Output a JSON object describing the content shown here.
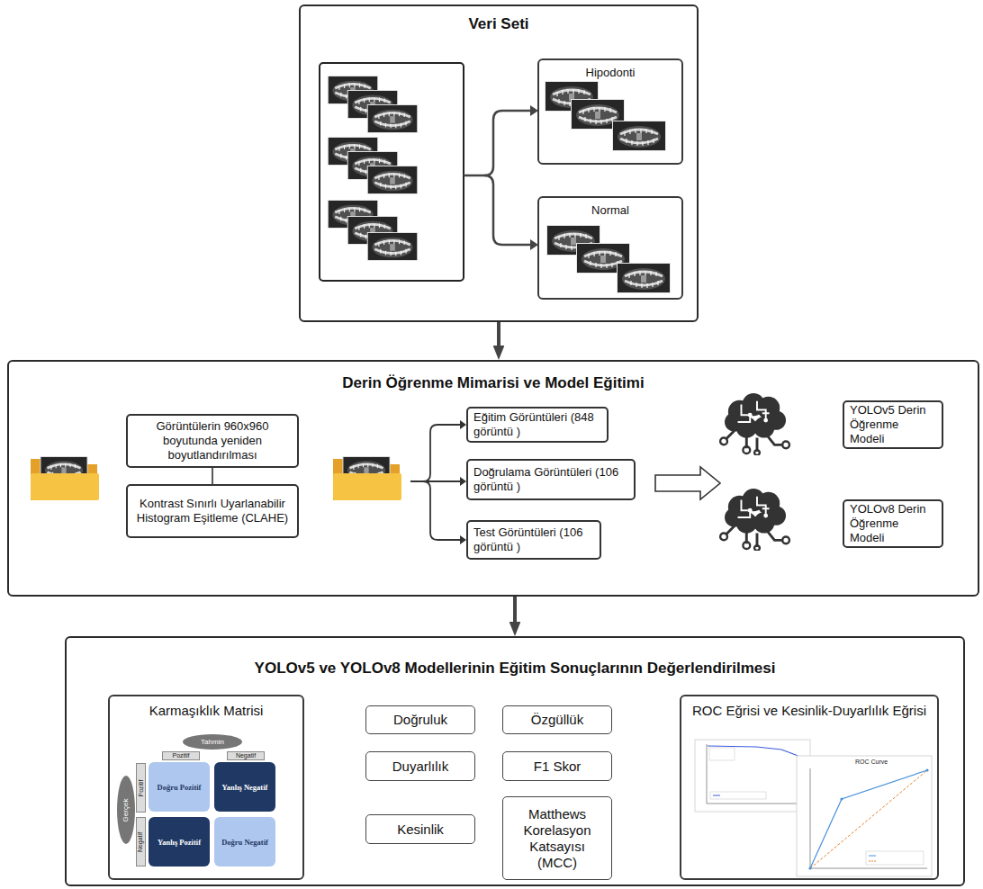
{
  "diagram": {
    "nodes": [
      {
        "text": [
          "Veri Seti"
        ]
      },
      {
        "text": [
          "Hipodonti"
        ],
        "in": 0
      },
      {
        "text": [
          "Normal"
        ],
        "in": 0
      },
      {
        "text": [
          "Derin Öğrenme Mimarisi ve Model Eğitimi"
        ]
      },
      {
        "text": [
          "Görüntülerin 960x960 boyutunda yeniden boyutlandırılması"
        ],
        "in": 3
      },
      {
        "text": [
          "Kontrast Sınırlı Uyarlanabilir Histogram Eşitleme (CLAHE)"
        ],
        "in": 3
      },
      {
        "text": [
          "Eğitim Görüntüleri (848 görüntü )"
        ],
        "in": 3
      },
      {
        "text": [
          "Doğrulama Görüntüleri (106 görüntü )"
        ],
        "in": 3
      },
      {
        "text": [
          "Test Görüntüleri (106 görüntü )"
        ],
        "in": 3
      },
      {
        "text": [
          "YOLOv5 Derin Öğrenme Modeli"
        ],
        "in": 3
      },
      {
        "text": [
          "YOLOv8 Derin Öğrenme Modeli"
        ],
        "in": 3
      },
      {
        "text": [
          "YOLOv5 ve YOLOv8  Modellerinin Eğitim Sonuçlarının Değerlendirilmesi"
        ]
      },
      {
        "text": [
          "Karmaşıklık Matrisi"
        ],
        "in": 11
      },
      {
        "text": [
          "Tahmin"
        ],
        "in": 12
      },
      {
        "text": [
          "Pozitif"
        ],
        "in": 12
      },
      {
        "text": [
          "Negatif"
        ],
        "in": 12
      },
      {
        "text": [
          "Gerçek"
        ],
        "in": 12
      },
      {
        "text": [
          "Pozitif"
        ],
        "in": 12
      },
      {
        "text": [
          "Negatif"
        ],
        "in": 12
      },
      {
        "text": [
          "Doğru Pozitif"
        ],
        "in": 12
      },
      {
        "text": [
          "Yanlış Negatif"
        ],
        "in": 12
      },
      {
        "text": [
          "Yanlış Pozitif"
        ],
        "in": 12
      },
      {
        "text": [
          "Doğru Negatif"
        ],
        "in": 12
      },
      {
        "text": [
          "Doğruluk"
        ],
        "in": 11
      },
      {
        "text": [
          "Özgüllük"
        ],
        "in": 11
      },
      {
        "text": [
          "Duyarlılık"
        ],
        "in": 11
      },
      {
        "text": [
          "F1 Skor"
        ],
        "in": 11
      },
      {
        "text": [
          "Kesinlik"
        ],
        "in": 11
      },
      {
        "text": [
          "Matthews Korelasyon Katsayısı (MCC)"
        ],
        "in": 11
      },
      {
        "text": [
          "ROC Eğrisi ve Kesinlik-Duyarlılık Eğrisi"
        ],
        "in": 11
      }
    ],
    "edges": [
      {
        "from": 0,
        "to": 3,
        "arrow": "to"
      },
      {
        "from": 3,
        "to": 11,
        "arrow": "to"
      },
      {
        "from": 4,
        "to": 5,
        "arrow": "none"
      }
    ],
    "labels": [
      "ROC Curve"
    ]
  }
}
